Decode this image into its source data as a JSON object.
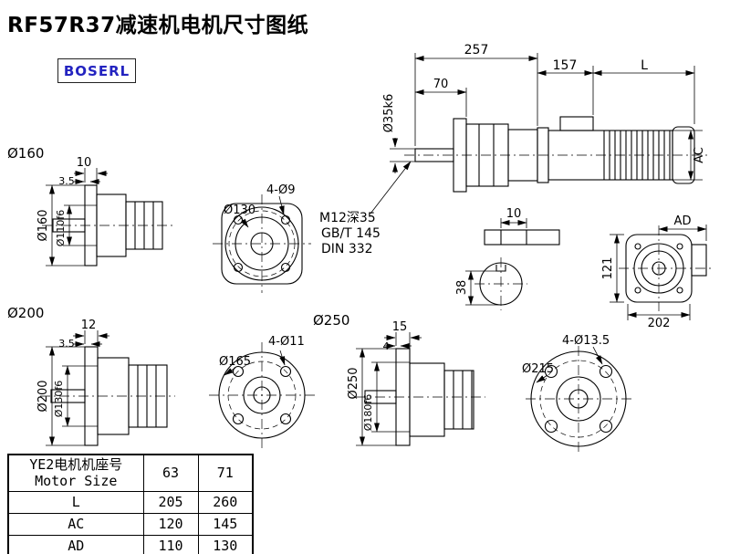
{
  "page": {
    "title": "RF57R37减速机电机尺寸图纸",
    "logo": "BOSERL"
  },
  "main": {
    "dim_total": "257",
    "dim_mid": "157",
    "dim_l": "L",
    "dim_70": "70",
    "shaft_dia": "Ø35k6",
    "dim_ac": "AC"
  },
  "notes": {
    "thread": "M12深35",
    "std_gb": "GB/T 145",
    "std_din": "DIN 332"
  },
  "keyway": {
    "width": "10",
    "height": "38"
  },
  "rear": {
    "dim_ad": "AD",
    "dim_121": "121",
    "dim_202": "202"
  },
  "f160": {
    "label": "Ø160",
    "flange_thk": "10",
    "spigot_thk": "3.5",
    "flange_dia": "Ø160",
    "spigot_dia": "Ø110f6"
  },
  "front130": {
    "bolt_circle": "Ø130",
    "holes": "4-Ø9"
  },
  "f200": {
    "label": "Ø200",
    "flange_thk": "12",
    "spigot_thk": "3.5",
    "flange_dia": "Ø200",
    "spigot_dia": "Ø130f6"
  },
  "front165": {
    "bolt_circle": "Ø165",
    "holes": "4-Ø11"
  },
  "f250": {
    "label": "Ø250",
    "flange_thk": "15",
    "spigot_thk": "4",
    "flange_dia": "Ø250",
    "spigot_dia": "Ø180f6"
  },
  "front215": {
    "bolt_circle": "Ø215",
    "holes": "4-Ø13.5"
  },
  "table": {
    "header_cn": "YE2电机机座号",
    "header_en": "Motor Size",
    "sizes": [
      "63",
      "71"
    ],
    "rows": [
      {
        "label": "L",
        "values": [
          "205",
          "260"
        ]
      },
      {
        "label": "AC",
        "values": [
          "120",
          "145"
        ]
      },
      {
        "label": "AD",
        "values": [
          "110",
          "130"
        ]
      }
    ]
  }
}
